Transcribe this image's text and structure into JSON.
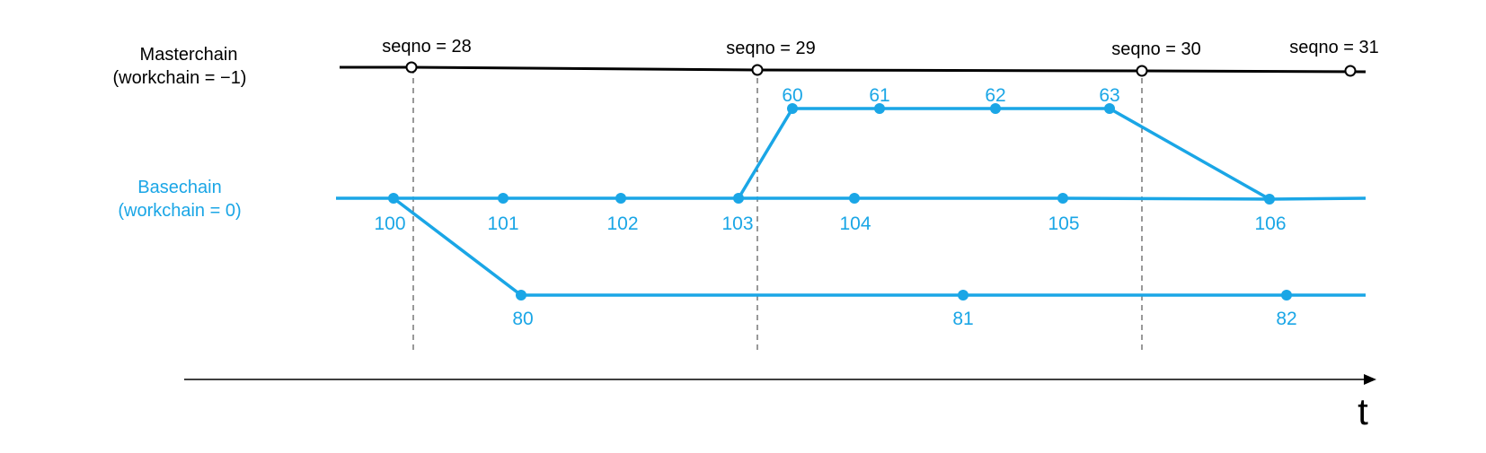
{
  "masterchain": {
    "label_line1": "Masterchain",
    "label_line2": "(workchain = −1)",
    "color": "#000000",
    "blocks": [
      {
        "label": "seqno = 28"
      },
      {
        "label": "seqno = 29"
      },
      {
        "label": "seqno = 30"
      },
      {
        "label": "seqno = 31"
      }
    ]
  },
  "basechain": {
    "label_line1": "Basechain",
    "label_line2": "(workchain = 0)",
    "color": "#1aa6e6",
    "main_blocks": [
      "100",
      "101",
      "102",
      "103",
      "104",
      "105",
      "106"
    ],
    "upper_shard_blocks": [
      "60",
      "61",
      "62",
      "63"
    ],
    "lower_shard_blocks": [
      "80",
      "81",
      "82"
    ]
  },
  "time_axis": {
    "label": "t"
  }
}
